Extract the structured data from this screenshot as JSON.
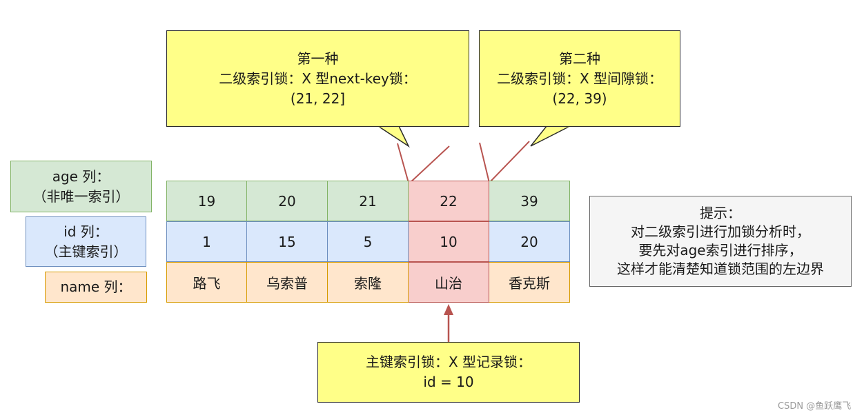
{
  "callouts": {
    "first": {
      "line1": "第一种",
      "line2": "二级索引锁：X 型next-key锁：",
      "line3": "(21, 22]"
    },
    "second": {
      "line1": "第二种",
      "line2": "二级索引锁：X 型间隙锁：",
      "line3": "(22, 39)"
    },
    "primary": {
      "line1": "主键索引锁：X 型记录锁：",
      "line2": "id = 10"
    }
  },
  "row_labels": {
    "age": {
      "line1": "age 列：",
      "line2": "（非唯一索引）"
    },
    "id": {
      "line1": "id 列：",
      "line2": "（主键索引）"
    },
    "name": {
      "line1": "name 列："
    }
  },
  "table": {
    "age": [
      "19",
      "20",
      "21",
      "22",
      "39"
    ],
    "id": [
      "1",
      "15",
      "5",
      "10",
      "20"
    ],
    "name": [
      "路飞",
      "乌索普",
      "索隆",
      "山治",
      "香克斯"
    ],
    "highlighted_column_index": 3
  },
  "hint": {
    "title": "提示：",
    "line1": "对二级索引进行加锁分析时，",
    "line2": "要先对age索引进行排序，",
    "line3": "这样才能清楚知道锁范围的左边界"
  },
  "watermark": "CSDN @鱼跃鹰飞",
  "colors": {
    "callout_fill": "#ffff88",
    "age_fill": "#d5e8d4",
    "id_fill": "#dae8fc",
    "name_fill": "#ffe6cc",
    "highlight_fill": "#f8cecc",
    "pointer_line": "#b85450"
  }
}
